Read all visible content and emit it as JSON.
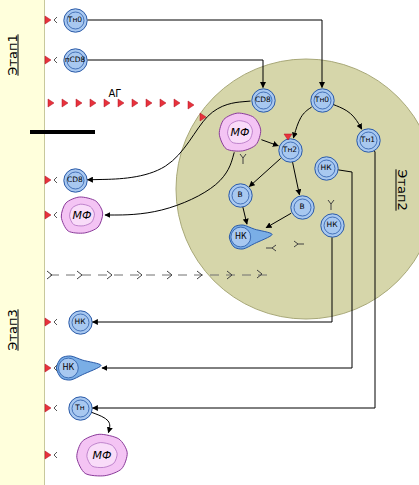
{
  "diagram": {
    "nodes": [
      {
        "text": [
          "Этап1",
          "Этап3"
        ]
      },
      {
        "text": [
          "Тн0"
        ]
      },
      {
        "text": [
          "пCD8"
        ]
      },
      {
        "text": [
          "Этап2"
        ]
      },
      {
        "text": [
          "CD8"
        ],
        "in": 3
      },
      {
        "text": [
          "Тн0"
        ],
        "in": 3
      },
      {
        "text": [
          "МФ"
        ],
        "in": 3
      },
      {
        "text": [
          "Тн2"
        ],
        "in": 3
      },
      {
        "text": [
          "Тн1"
        ],
        "in": 3
      },
      {
        "text": [
          "НК"
        ],
        "in": 3
      },
      {
        "text": [
          "В"
        ],
        "in": 3
      },
      {
        "text": [
          "В"
        ],
        "in": 3
      },
      {
        "text": [
          "НК"
        ],
        "in": 3
      },
      {
        "text": [
          "НК"
        ],
        "in": 3
      },
      {
        "text": [
          "CD8"
        ]
      },
      {
        "text": [
          "МФ"
        ]
      },
      {
        "text": [
          "НК"
        ]
      },
      {
        "text": [
          "НК"
        ]
      },
      {
        "text": [
          "Тн"
        ]
      },
      {
        "text": [
          "МФ"
        ]
      }
    ],
    "edges": [
      {
        "from": 1,
        "to": 5,
        "arrow": "to"
      },
      {
        "from": 2,
        "to": 4,
        "arrow": "to"
      },
      {
        "from": 5,
        "to": 7,
        "arrow": "to"
      },
      {
        "from": 5,
        "to": 8,
        "arrow": "to"
      },
      {
        "from": 6,
        "to": 7,
        "arrow": "to"
      },
      {
        "from": 7,
        "to": 10,
        "arrow": "to"
      },
      {
        "from": 7,
        "to": 11,
        "arrow": "to"
      },
      {
        "from": 10,
        "to": 12,
        "arrow": "to"
      },
      {
        "from": 11,
        "to": 12,
        "arrow": "to"
      },
      {
        "from": 4,
        "to": 14,
        "arrow": "to"
      },
      {
        "from": 6,
        "to": 15,
        "arrow": "to"
      },
      {
        "from": 9,
        "to": 17,
        "arrow": "to"
      },
      {
        "from": 13,
        "to": 16,
        "arrow": "to"
      },
      {
        "from": 8,
        "to": 18,
        "arrow": "to"
      },
      {
        "from": 18,
        "to": 19,
        "arrow": "to"
      }
    ],
    "labels": [
      "АГ"
    ]
  }
}
